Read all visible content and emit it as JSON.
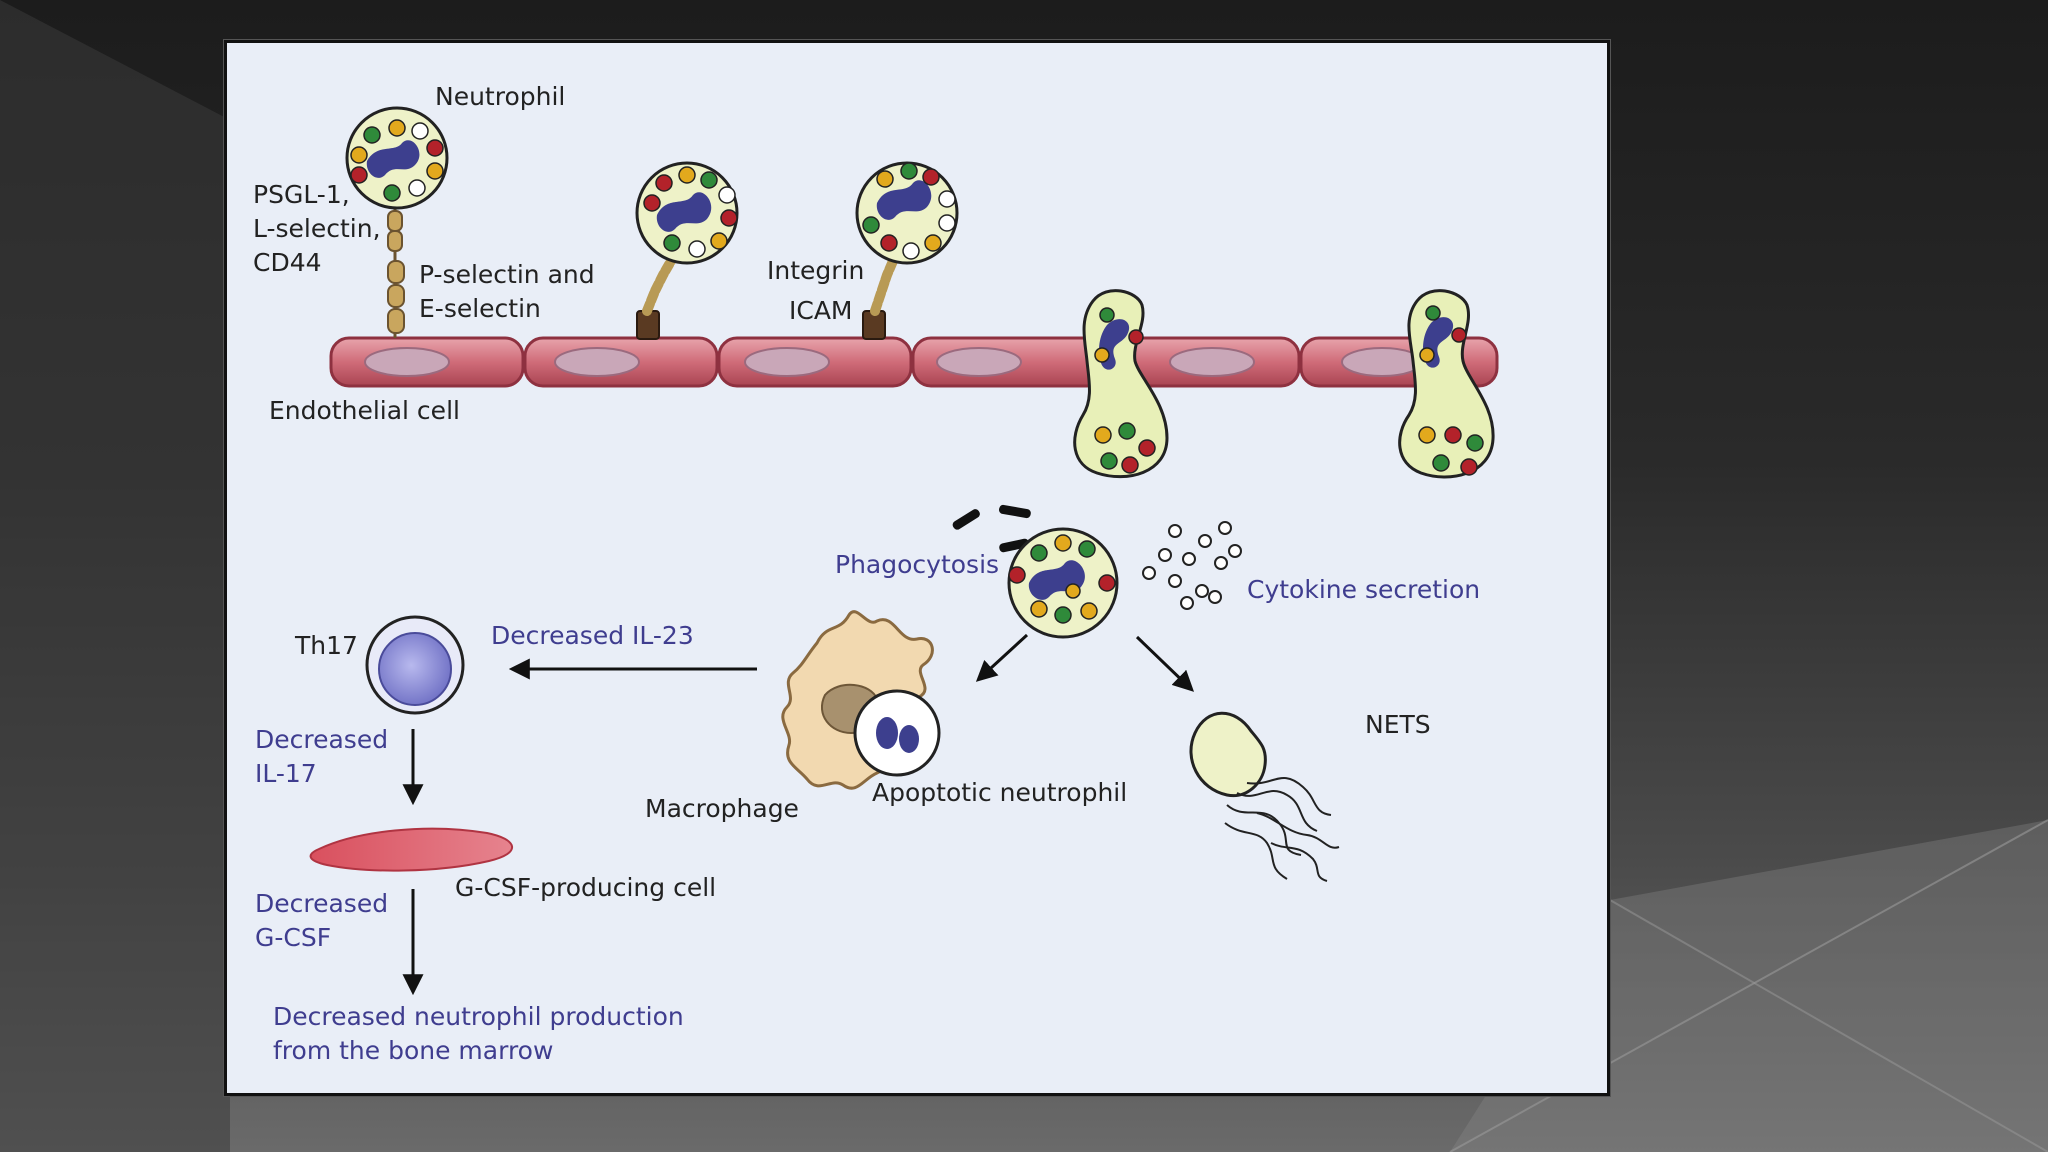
{
  "labels": {
    "neutrophil": "Neutrophil",
    "psgl_line1": "PSGL-1,",
    "psgl_line2": "L-selectin,",
    "psgl_line3": "CD44",
    "pselectin_line1": "P-selectin and",
    "pselectin_line2": "E-selectin",
    "integrin": "Integrin",
    "icam": "ICAM",
    "endothelial": "Endothelial cell",
    "phagocytosis": "Phagocytosis",
    "cytokine": "Cytokine secretion",
    "decreased_il23": "Decreased IL-23",
    "th17": "Th17",
    "decreased_il17_line1": "Decreased",
    "decreased_il17_line2": "IL-17",
    "macrophage": "Macrophage",
    "apoptotic": "Apoptotic neutrophil",
    "nets": "NETS",
    "gcsf_cell": "G-CSF-producing cell",
    "decreased_gcsf_line1": "Decreased",
    "decreased_gcsf_line2": "G-CSF",
    "production_line1": "Decreased neutrophil production",
    "production_line2": "from the bone marrow"
  },
  "colors": {
    "panel_bg": "#e9eef7",
    "vessel": "#c9616e",
    "granule_red": "#b3222a",
    "granule_green": "#2f8a3a",
    "granule_yellow": "#e2a91d",
    "nucleus": "#3d3f8e",
    "cell_fill": "#eef2c8",
    "label_blue": "#3f3d8f"
  }
}
